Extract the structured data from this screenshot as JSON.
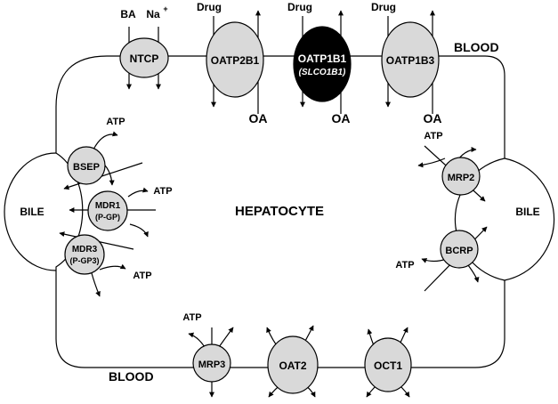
{
  "compartments": {
    "hepatocyte": "HEPATOCYTE",
    "bile_left": "BILE",
    "bile_right": "BILE",
    "blood_top": "BLOOD",
    "blood_bottom": "BLOOD"
  },
  "transporters": {
    "ntcp": "NTCP",
    "oatp2b1": "OATP2B1",
    "oatp1b1": "OATP1B1",
    "oatp1b1_gene": "(SLCO1B1)",
    "oatp1b3": "OATP1B3",
    "bsep": "BSEP",
    "mdr1": "MDR1",
    "mdr1_alias": "(P-GP)",
    "mdr3": "MDR3",
    "mdr3_alias": "(P-GP3)",
    "mrp2": "MRP2",
    "bcrp": "BCRP",
    "mrp3": "MRP3",
    "oat2": "OAT2",
    "oct1": "OCT1"
  },
  "substrates": {
    "ba": "BA",
    "na": "Na",
    "na_charge": "+",
    "drug": "Drug",
    "oa": "OA",
    "atp": "ATP"
  },
  "colors": {
    "transporter_fill": "#d9d9d9",
    "highlight_fill": "#000000",
    "highlight_text": "#ffffff",
    "outline": "#000000"
  }
}
